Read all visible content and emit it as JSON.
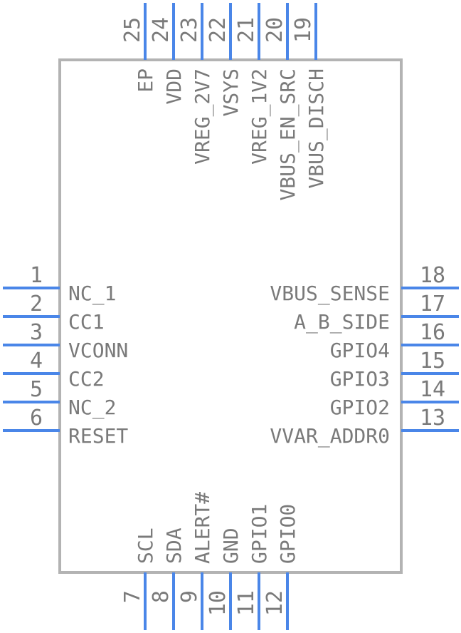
{
  "colors": {
    "body_outline": "#b3b3b3",
    "pin": "#4a86e8",
    "text": "#7a7a7a",
    "background": "#ffffff"
  },
  "pins": {
    "left": [
      {
        "num": "1",
        "name": "NC_1"
      },
      {
        "num": "2",
        "name": "CC1"
      },
      {
        "num": "3",
        "name": "VCONN"
      },
      {
        "num": "4",
        "name": "CC2"
      },
      {
        "num": "5",
        "name": "NC_2"
      },
      {
        "num": "6",
        "name": "RESET"
      }
    ],
    "right": [
      {
        "num": "18",
        "name": "VBUS_SENSE"
      },
      {
        "num": "17",
        "name": "A_B_SIDE"
      },
      {
        "num": "16",
        "name": "GPIO4"
      },
      {
        "num": "15",
        "name": "GPIO3"
      },
      {
        "num": "14",
        "name": "GPIO2"
      },
      {
        "num": "13",
        "name": "VVAR_ADDR0"
      }
    ],
    "top": [
      {
        "num": "25",
        "name": "EP"
      },
      {
        "num": "24",
        "name": "VDD"
      },
      {
        "num": "23",
        "name": "VREG_2V7"
      },
      {
        "num": "22",
        "name": "VSYS"
      },
      {
        "num": "21",
        "name": "VREG_1V2"
      },
      {
        "num": "20",
        "name": "VBUS_EN_SRC"
      },
      {
        "num": "19",
        "name": "VBUS_DISCH"
      }
    ],
    "bottom": [
      {
        "num": "7",
        "name": "SCL"
      },
      {
        "num": "8",
        "name": "SDA"
      },
      {
        "num": "9",
        "name": "ALERT#"
      },
      {
        "num": "10",
        "name": "GND"
      },
      {
        "num": "11",
        "name": "GPIO1"
      },
      {
        "num": "12",
        "name": "GPIO0"
      }
    ]
  }
}
